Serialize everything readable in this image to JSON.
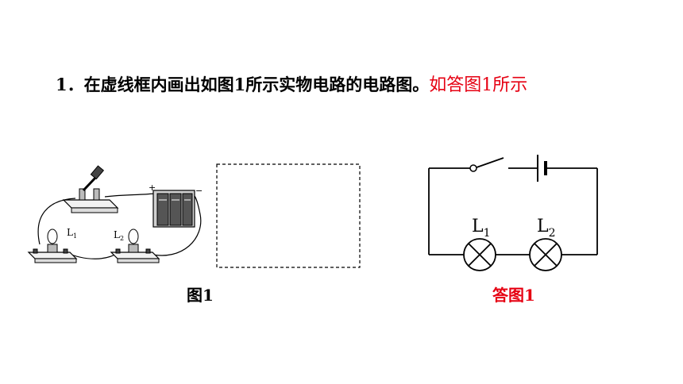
{
  "question": {
    "number": "1．",
    "text": "在虚线框内画出如图1所示实物电路的电路图。",
    "answer_note": "如答图1所示"
  },
  "figure1": {
    "caption": "图1",
    "bulb1_label": "L",
    "bulb1_sub": "1",
    "bulb2_label": "L",
    "bulb2_sub": "2",
    "battery_plus": "+",
    "battery_minus": "−"
  },
  "answer_figure": {
    "caption": "答图1",
    "lamp1_label": "L",
    "lamp1_sub": "1",
    "lamp2_label": "L",
    "lamp2_sub": "2"
  },
  "colors": {
    "answer_red": "#e60012",
    "line": "#000000"
  }
}
